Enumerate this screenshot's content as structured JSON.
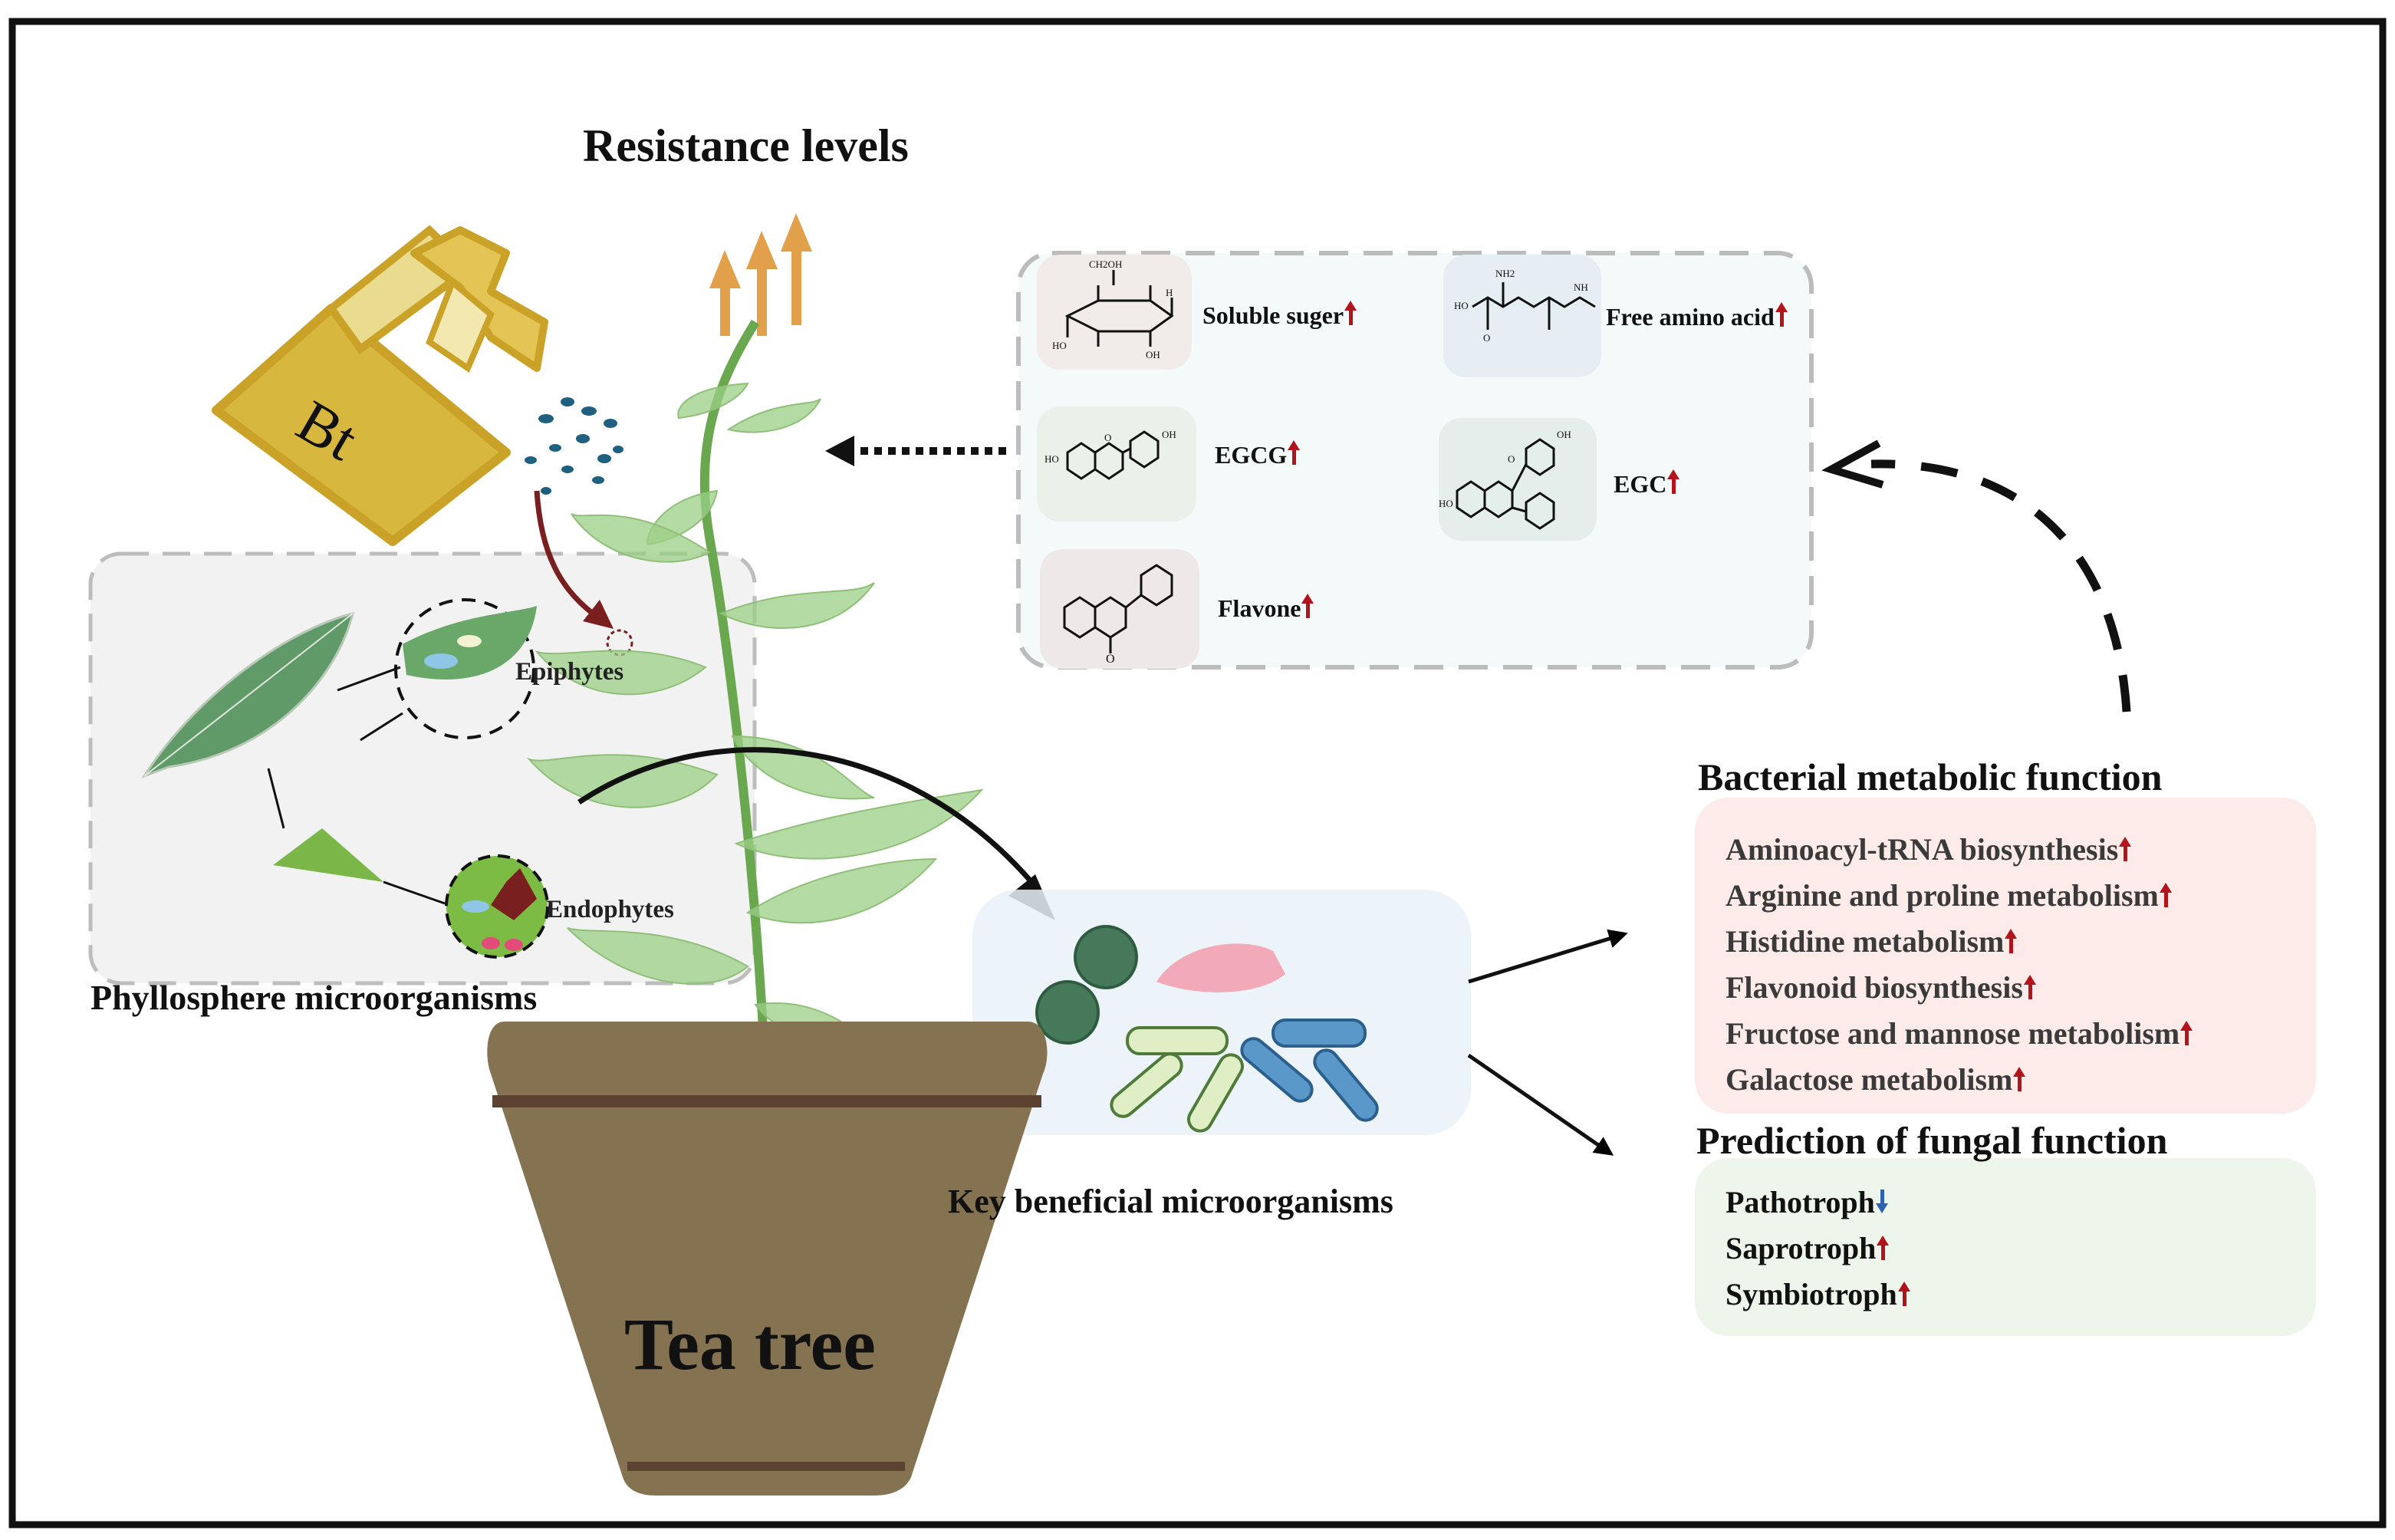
{
  "title": "Resistance levels",
  "sprayer_label": "Bt",
  "pot_label": "Tea tree",
  "phyllosphere": {
    "title": "Phyllosphere microorganisms",
    "epiphytes": "Epiphytes",
    "endophytes": "Endophytes"
  },
  "metabolites": [
    {
      "label": "Soluble suger",
      "trend": "up"
    },
    {
      "label": "Free amino acid",
      "trend": "up"
    },
    {
      "label": "EGCG",
      "trend": "up"
    },
    {
      "label": "EGC",
      "trend": "up"
    },
    {
      "label": "Flavone",
      "trend": "up"
    }
  ],
  "structure_atoms": {
    "sugar": {
      "ch2oh": "CH2OH",
      "h": "H",
      "oh": "OH",
      "ho": "HO"
    },
    "amino": {
      "nh2": "NH2",
      "ho": "HO",
      "o": "O",
      "nh": "NH"
    },
    "egcg": {
      "ho": "HO",
      "oh": "OH",
      "o": "O"
    },
    "egc": {
      "ho": "HO",
      "oh": "OH",
      "o": "O"
    },
    "flavone": {
      "o": "O"
    }
  },
  "key_microbes": "Key beneficial microorganisms",
  "bacterial": {
    "title": "Bacterial metabolic function",
    "items": [
      {
        "label": "Aminoacyl-tRNA biosynthesis",
        "trend": "up"
      },
      {
        "label": "Arginine and proline metabolism",
        "trend": "up"
      },
      {
        "label": "Histidine metabolism",
        "trend": "up"
      },
      {
        "label": "Flavonoid biosynthesis",
        "trend": "up"
      },
      {
        "label": "Fructose and mannose metabolism",
        "trend": "up"
      },
      {
        "label": "Galactose metabolism",
        "trend": "up"
      }
    ]
  },
  "fungal": {
    "title": "Prediction of fungal function",
    "items": [
      {
        "label": "Pathotroph",
        "trend": "down"
      },
      {
        "label": "Saprotroph",
        "trend": "up"
      },
      {
        "label": "Symbiotroph",
        "trend": "up"
      }
    ]
  },
  "colors": {
    "frame": "#111111",
    "orange_arrow": "#e2a04a",
    "sprayer": "#d7b73e",
    "sprayer_dark": "#c9a227",
    "droplet": "#1f5f7f",
    "leaf": "#9ccf86",
    "stem": "#6aa84f",
    "pot": "#847250",
    "pot_band": "#5c4331",
    "up_arrow": "#b3141b",
    "down_arrow": "#2d62b3",
    "bacterial_box": "#fcebe8",
    "fungal_box": "#eef5ea",
    "metabolite_box": "#f4f9fa",
    "phyllo_box": "#f2f2f2"
  }
}
